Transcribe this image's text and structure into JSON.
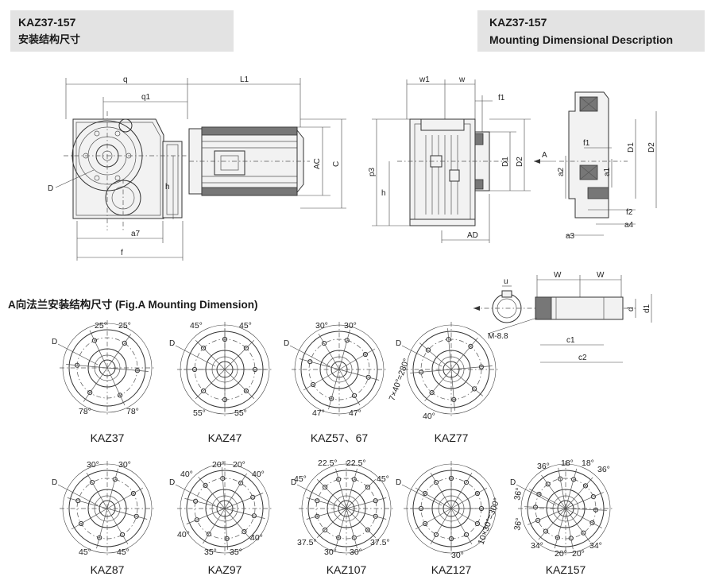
{
  "header_left": {
    "code": "KAZ37-157",
    "subtitle": "安装结构尺寸"
  },
  "header_right": {
    "code": "KAZ37-157",
    "subtitle": "Mounting Dimensional Description"
  },
  "section_title": "A向法兰安装结构尺寸   (Fig.A   Mounting  Dimension)",
  "side_view_labels": {
    "q": "q",
    "q1": "q1",
    "L1": "L1",
    "AC": "AC",
    "C": "C",
    "D": "D",
    "h": "h",
    "a7": "a7",
    "f": "f"
  },
  "front_view_labels": {
    "w1": "w1",
    "w": "w",
    "f1": "f1",
    "D1": "D1",
    "D2": "D2",
    "A": "A",
    "p3": "p3",
    "h": "h",
    "AD": "AD"
  },
  "section_view_labels": {
    "f1": "f1",
    "D1": "D1",
    "D2": "D2",
    "a2": "a2",
    "a1": "a1",
    "f2": "f2",
    "a4": "a4",
    "a3": "a3"
  },
  "shaft_view_labels": {
    "u": "u",
    "W1": "W",
    "W2": "W",
    "d": "d",
    "d1": "d1",
    "M": "M-8.8",
    "c1": "c1",
    "c2": "c2"
  },
  "flanges": [
    {
      "model": "KAZ37",
      "angles": [
        "25°",
        "25°",
        "78°",
        "78°"
      ]
    },
    {
      "model": "KAZ47",
      "angles": [
        "45°",
        "45°",
        "55°",
        "55°"
      ]
    },
    {
      "model": "KAZ57、67",
      "angles": [
        "30°",
        "30°",
        "47°",
        "47°"
      ]
    },
    {
      "model": "KAZ77",
      "angles": [
        "7×40°=280°",
        "40°"
      ]
    },
    {
      "model": "KAZ87",
      "angles": [
        "30°",
        "30°",
        "45°",
        "45°"
      ]
    },
    {
      "model": "KAZ97",
      "angles": [
        "40°",
        "20°",
        "20°",
        "40°",
        "40°",
        "35°",
        "35°",
        "40°"
      ]
    },
    {
      "model": "KAZ107",
      "angles": [
        "45°",
        "22.5°",
        "22.5°",
        "45°",
        "37.5°",
        "30°",
        "30°",
        "37.5°"
      ]
    },
    {
      "model": "KAZ127",
      "angles": [
        "10×30°=300°",
        "30°"
      ]
    },
    {
      "model": "KAZ157",
      "angles": [
        "36°",
        "18°",
        "18°",
        "36°",
        "36°",
        "36°",
        "34°",
        "20°",
        "20°",
        "34°"
      ]
    }
  ],
  "flange_d_label": "D"
}
